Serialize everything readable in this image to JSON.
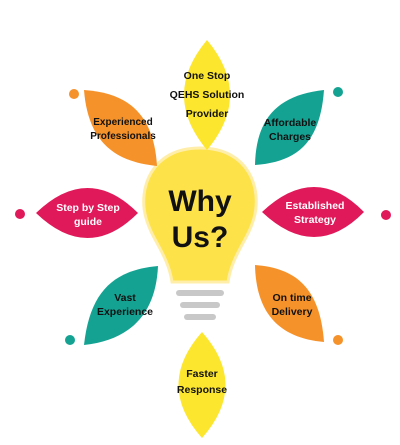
{
  "diagram": {
    "hub": {
      "label": "Why\nUs?"
    },
    "petals": [
      {
        "id": "one-stop",
        "label": "One Stop\nQEHS Solution\nProvider",
        "color": "#fce62e",
        "text_color": "#111111"
      },
      {
        "id": "affordable",
        "label": "Affordable\nCharges",
        "color": "#14a393",
        "text_color": "#111111"
      },
      {
        "id": "established",
        "label": "Established\nStrategy",
        "color": "#e0195a",
        "text_color": "#ffffff"
      },
      {
        "id": "on-time",
        "label": "On time\nDelivery",
        "color": "#f6922a",
        "text_color": "#111111"
      },
      {
        "id": "faster",
        "label": "Faster\nResponse",
        "color": "#fce62e",
        "text_color": "#111111"
      },
      {
        "id": "vast",
        "label": "Vast\nExperience",
        "color": "#14a393",
        "text_color": "#111111"
      },
      {
        "id": "step-by-step",
        "label": "Step by Step\nguide",
        "color": "#e0195a",
        "text_color": "#ffffff"
      },
      {
        "id": "experienced",
        "label": "Experienced\nProfessionals",
        "color": "#f6922a",
        "text_color": "#111111"
      }
    ],
    "colors": {
      "bulb": "#fde24a",
      "bulb_glow": "#ffeeaa",
      "base": "#c8c8c8",
      "dot_orange": "#f6922a",
      "dot_teal": "#14a393",
      "dot_magenta": "#e0195a"
    }
  }
}
